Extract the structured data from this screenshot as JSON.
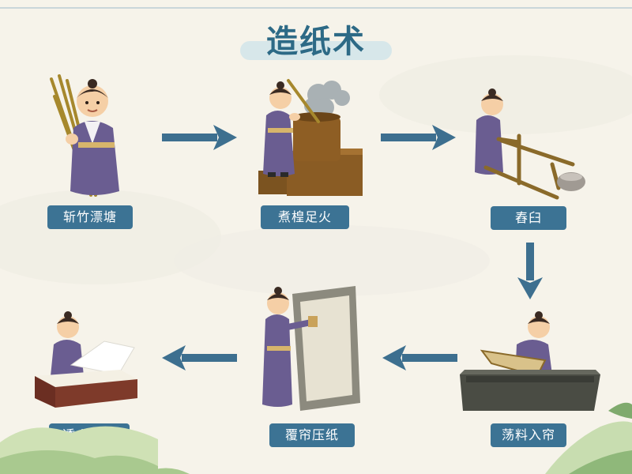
{
  "title": "造纸术",
  "steps": [
    {
      "label": "斩竹漂塘"
    },
    {
      "label": "煮楻足火"
    },
    {
      "label": "舂臼"
    },
    {
      "label": "荡料入帘"
    },
    {
      "label": "覆帘压纸"
    },
    {
      "label": "透火焙干"
    }
  ]
}
